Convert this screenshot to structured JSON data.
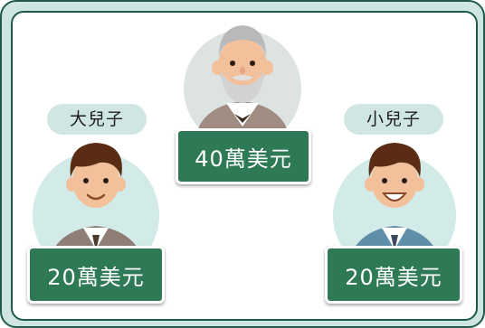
{
  "figures": {
    "grandfather": {
      "amount": "40萬美元"
    },
    "elder_son": {
      "label": "大兒子",
      "amount": "20萬美元"
    },
    "younger_son": {
      "label": "小兒子",
      "amount": "20萬美元"
    }
  },
  "colors": {
    "frame": "#1f5a49",
    "frame_fill": "#cfe5e1",
    "badge": "#2e7a55",
    "pill": "#cfe6e3",
    "circle": "#d3ebe8",
    "circle_grandpa": "#dde3e3",
    "skin": "#f2c19b",
    "hair_brown": "#5a2c14",
    "hair_grey": "#b9b9b9",
    "jacket_brown": "#8e7e75",
    "jacket_blue": "#5f8ea8"
  }
}
